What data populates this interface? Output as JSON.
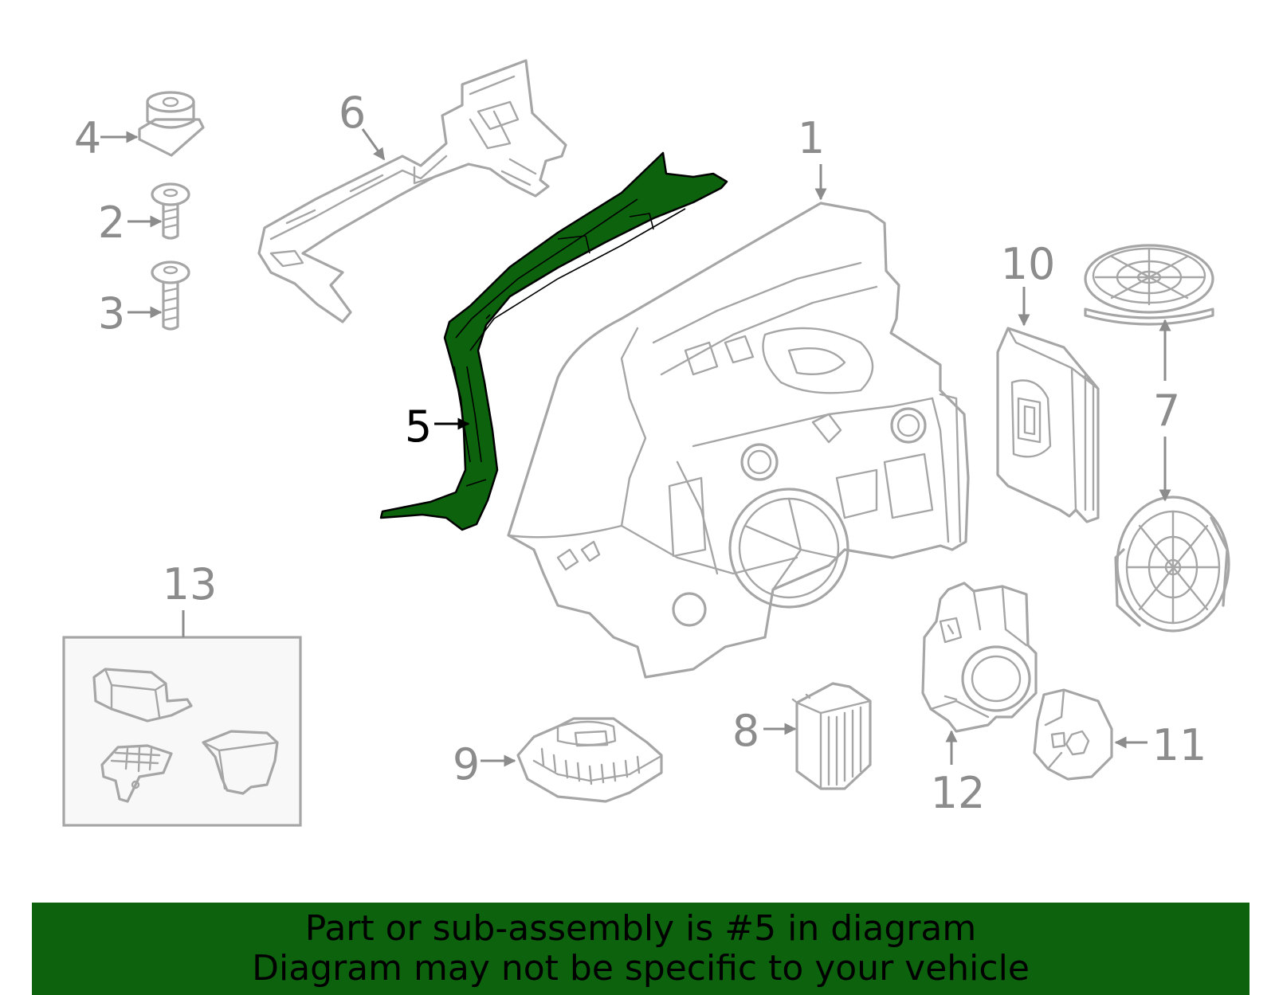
{
  "diagram": {
    "highlight_color": "#0d620d",
    "highlighted_callout": "5",
    "callouts": [
      "1",
      "2",
      "3",
      "4",
      "5",
      "6",
      "7",
      "8",
      "9",
      "10",
      "11",
      "12",
      "13"
    ]
  },
  "banner": {
    "background": "#0d620d",
    "line1": "Part or sub-assembly is #5 in diagram",
    "line2": "Diagram may not be specific to your vehicle"
  }
}
